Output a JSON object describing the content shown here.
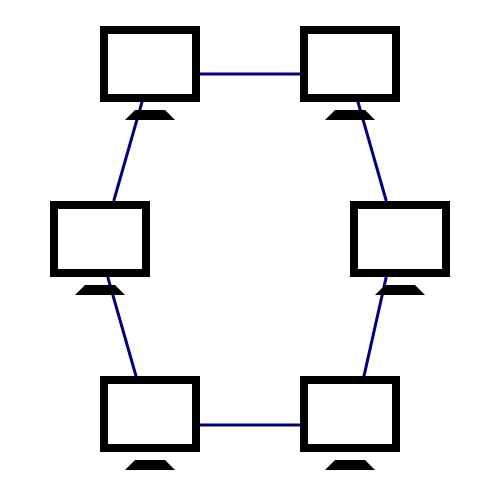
{
  "diagram": {
    "type": "ring-network",
    "node_icon": "computer-monitor-icon",
    "colors": {
      "link": "#000080",
      "monitor_outline": "#000000",
      "monitor_screen": "#ffffff",
      "stand": "#000000",
      "background": "#ffffff"
    },
    "nodes": [
      {
        "id": "top-left"
      },
      {
        "id": "top-right"
      },
      {
        "id": "middle-right"
      },
      {
        "id": "bottom-right"
      },
      {
        "id": "bottom-left"
      },
      {
        "id": "middle-left"
      }
    ],
    "links": [
      {
        "from": "top-left",
        "to": "top-right"
      },
      {
        "from": "top-right",
        "to": "middle-right"
      },
      {
        "from": "middle-right",
        "to": "bottom-right"
      },
      {
        "from": "bottom-right",
        "to": "bottom-left"
      },
      {
        "from": "bottom-left",
        "to": "middle-left"
      },
      {
        "from": "middle-left",
        "to": "top-left"
      }
    ]
  }
}
